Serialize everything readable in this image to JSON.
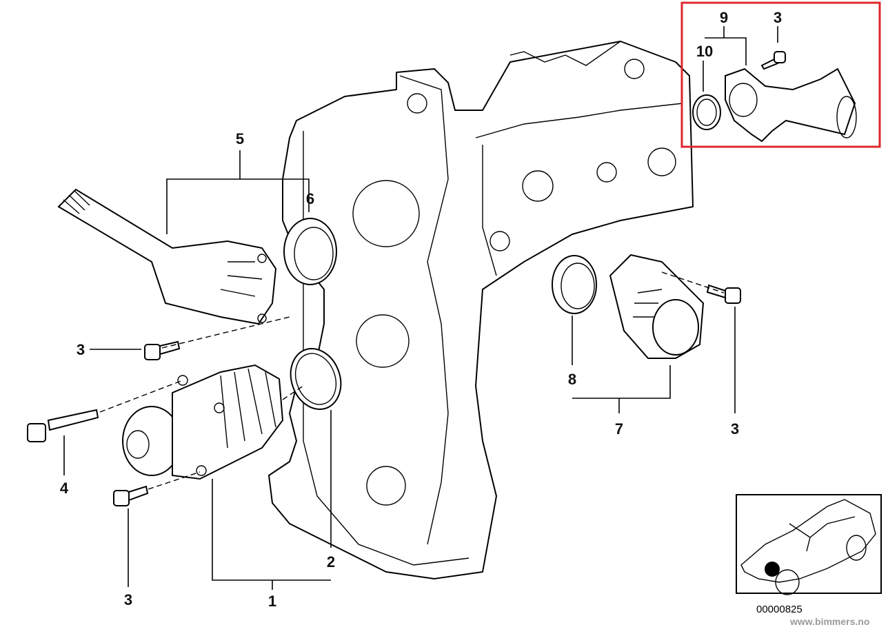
{
  "diagram": {
    "callouts": {
      "top_right_9": "9",
      "top_right_3": "3",
      "top_right_10": "10",
      "label_5": "5",
      "label_6": "6",
      "left_3": "3",
      "label_4": "4",
      "bottom_3": "3",
      "label_2": "2",
      "label_1": "1",
      "label_8": "8",
      "label_7": "7",
      "right_3": "3"
    },
    "highlight_color": "#e0262e",
    "diagram_number": "00000825",
    "watermark": "www.bimmers.no"
  }
}
